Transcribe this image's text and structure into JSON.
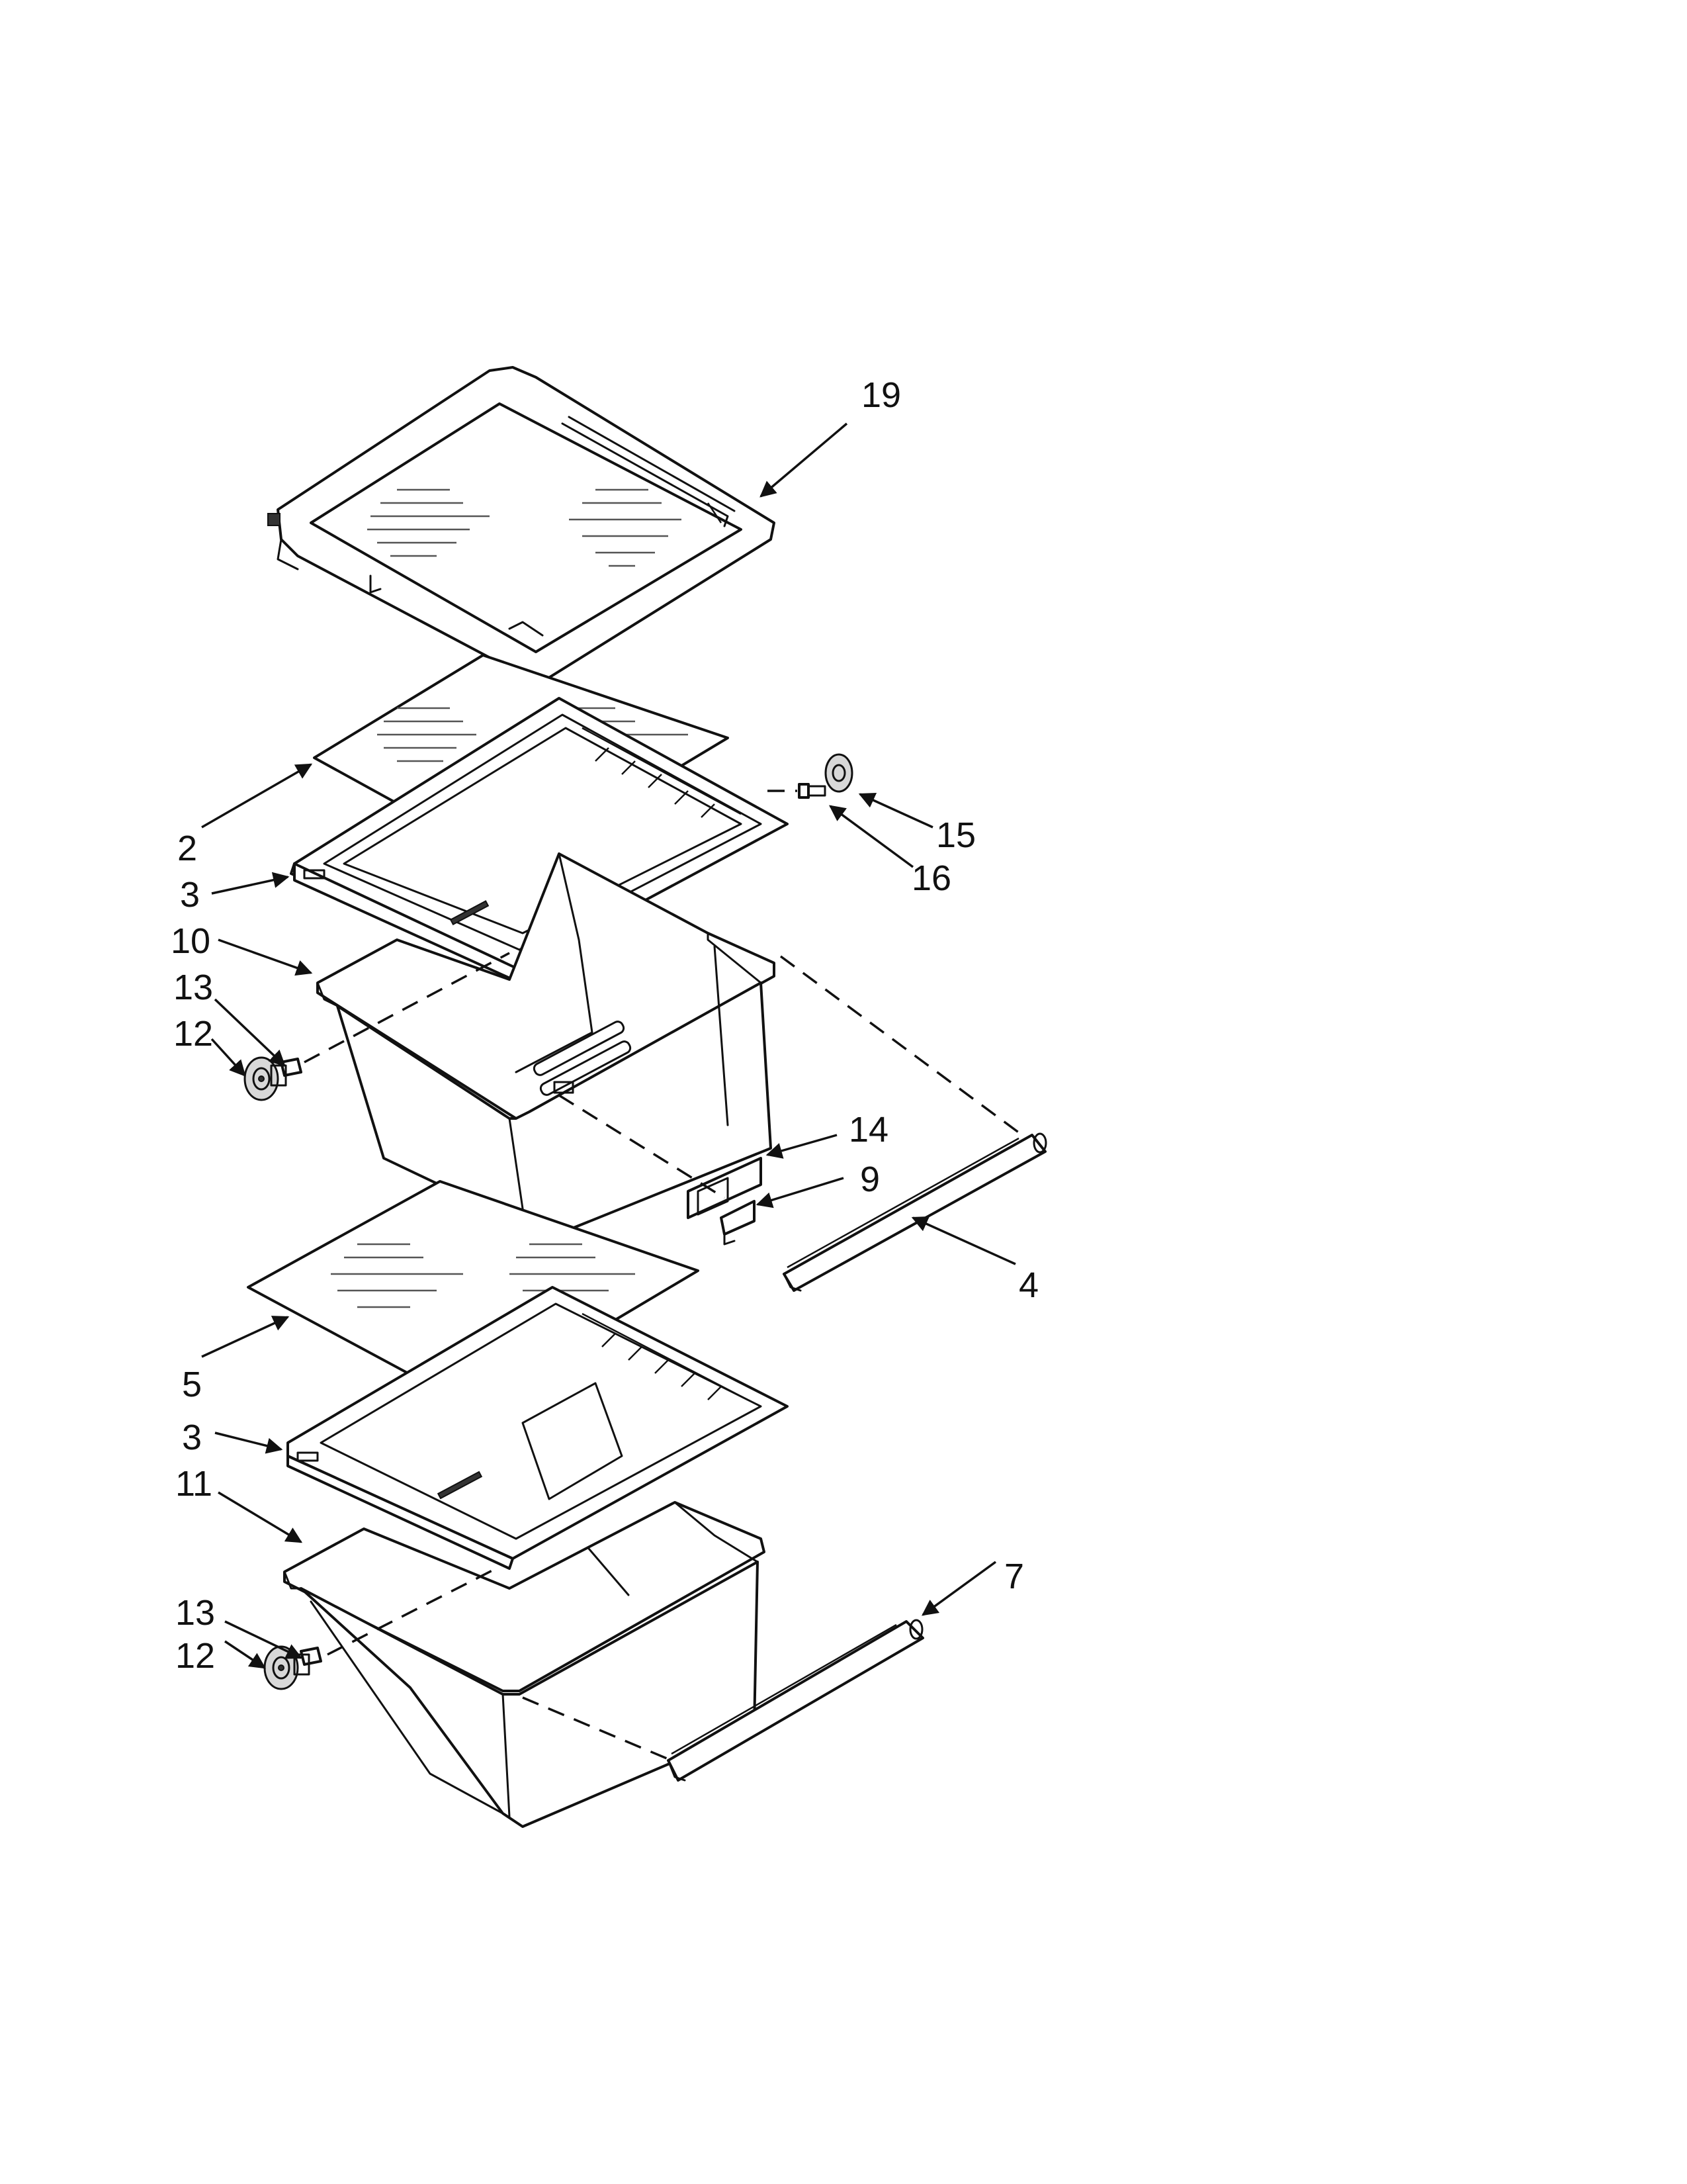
{
  "callouts": [
    {
      "id": "c19",
      "text": "19"
    },
    {
      "id": "c2",
      "text": "2"
    },
    {
      "id": "c3a",
      "text": "3"
    },
    {
      "id": "c10",
      "text": "10"
    },
    {
      "id": "c13a",
      "text": "13"
    },
    {
      "id": "c12a",
      "text": "12"
    },
    {
      "id": "c15",
      "text": "15"
    },
    {
      "id": "c16",
      "text": "16"
    },
    {
      "id": "c14",
      "text": "14"
    },
    {
      "id": "c9",
      "text": "9"
    },
    {
      "id": "c4",
      "text": "4"
    },
    {
      "id": "c5",
      "text": "5"
    },
    {
      "id": "c3b",
      "text": "3"
    },
    {
      "id": "c11",
      "text": "11"
    },
    {
      "id": "c13b",
      "text": "13"
    },
    {
      "id": "c12b",
      "text": "12"
    },
    {
      "id": "c7",
      "text": "7"
    }
  ],
  "parts": [
    {
      "ref": "19",
      "icon": "top-shelf-frame"
    },
    {
      "ref": "2",
      "icon": "glass-panel-upper"
    },
    {
      "ref": "3",
      "icon": "crisper-cover-frame"
    },
    {
      "ref": "10",
      "icon": "upper-crisper-drawer"
    },
    {
      "ref": "12",
      "icon": "drawer-roller"
    },
    {
      "ref": "13",
      "icon": "roller-screw"
    },
    {
      "ref": "14",
      "icon": "humidity-control-housing"
    },
    {
      "ref": "9",
      "icon": "humidity-control-slide"
    },
    {
      "ref": "15",
      "icon": "shelf-roller"
    },
    {
      "ref": "16",
      "icon": "shelf-roller-screw"
    },
    {
      "ref": "4",
      "icon": "upper-drawer-trim"
    },
    {
      "ref": "5",
      "icon": "glass-panel-lower"
    },
    {
      "ref": "11",
      "icon": "lower-crisper-drawer"
    },
    {
      "ref": "7",
      "icon": "lower-drawer-trim"
    }
  ]
}
